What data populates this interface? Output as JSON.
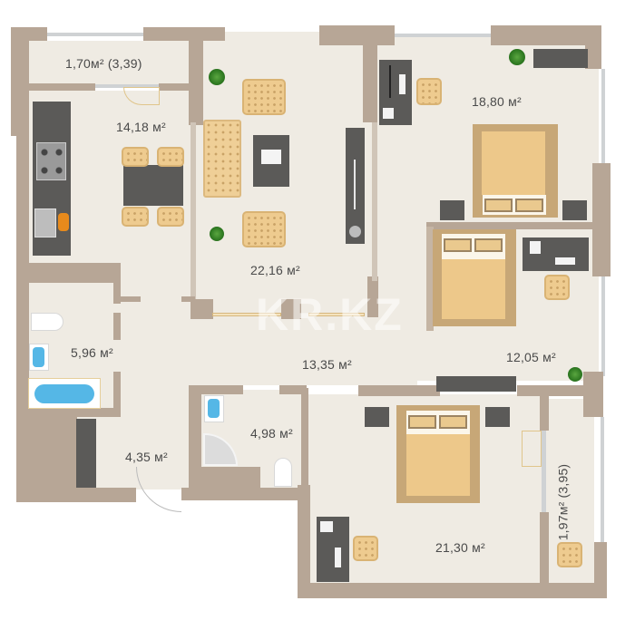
{
  "plan": {
    "watermark": "KR.KZ",
    "colors": {
      "wall": "#b7a696",
      "floor": "#efebe3",
      "furniture_wood": "#eecb8f",
      "furniture_dark": "#5b5a58",
      "water": "#55b7e6",
      "plant": "#2f7a22"
    },
    "rooms": [
      {
        "id": "balcony-top",
        "label": "1,70м² (3,39)"
      },
      {
        "id": "kitchen",
        "label": "14,18 м²"
      },
      {
        "id": "living-room",
        "label": "22,16 м²"
      },
      {
        "id": "bedroom-top-right",
        "label": "18,80 м²"
      },
      {
        "id": "bathroom-left",
        "label": "5,96 м²"
      },
      {
        "id": "hall",
        "label": "13,35 м²"
      },
      {
        "id": "bedroom-middle-right",
        "label": "12,05 м²"
      },
      {
        "id": "shower-room",
        "label": "4,98 м²"
      },
      {
        "id": "entrance",
        "label": "4,35 м²"
      },
      {
        "id": "bedroom-bottom",
        "label": "21,30 м²"
      },
      {
        "id": "balcony-right",
        "label": "1,97м² (3,95)"
      }
    ]
  }
}
